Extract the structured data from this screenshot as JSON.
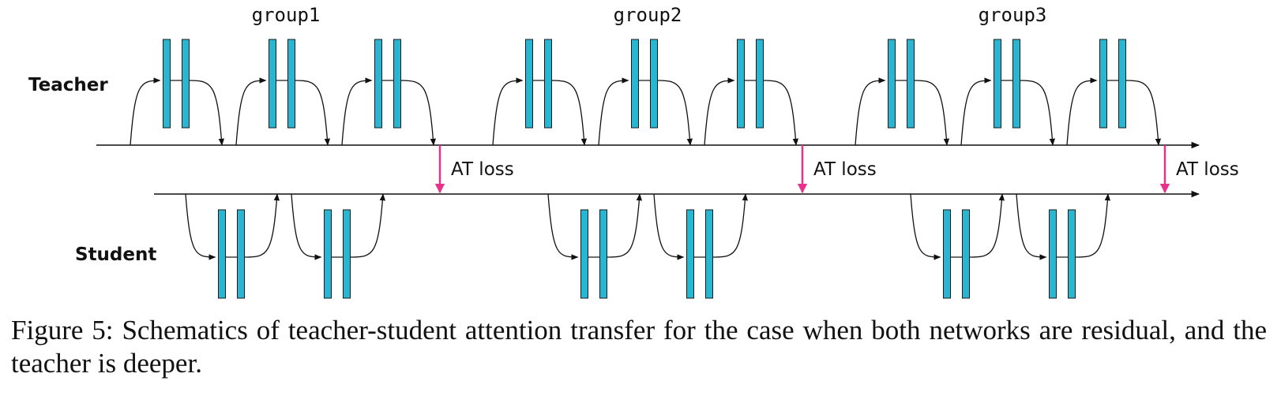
{
  "diagram": {
    "groups": [
      {
        "label": "group1"
      },
      {
        "label": "group2"
      },
      {
        "label": "group3"
      }
    ],
    "teacher_label": "Teacher",
    "student_label": "Student",
    "loss_label": "AT loss",
    "teacher_blocks_per_group": 3,
    "student_blocks_per_group": 2,
    "colors": {
      "layer_fill": "#29b6d3",
      "layer_stroke": "#1a1a1a",
      "loss_arrow": "#e8318c",
      "line": "#111111"
    }
  },
  "caption": "Figure 5: Schematics of teacher-student attention transfer for the case when both networks are residual, and the teacher is deeper."
}
